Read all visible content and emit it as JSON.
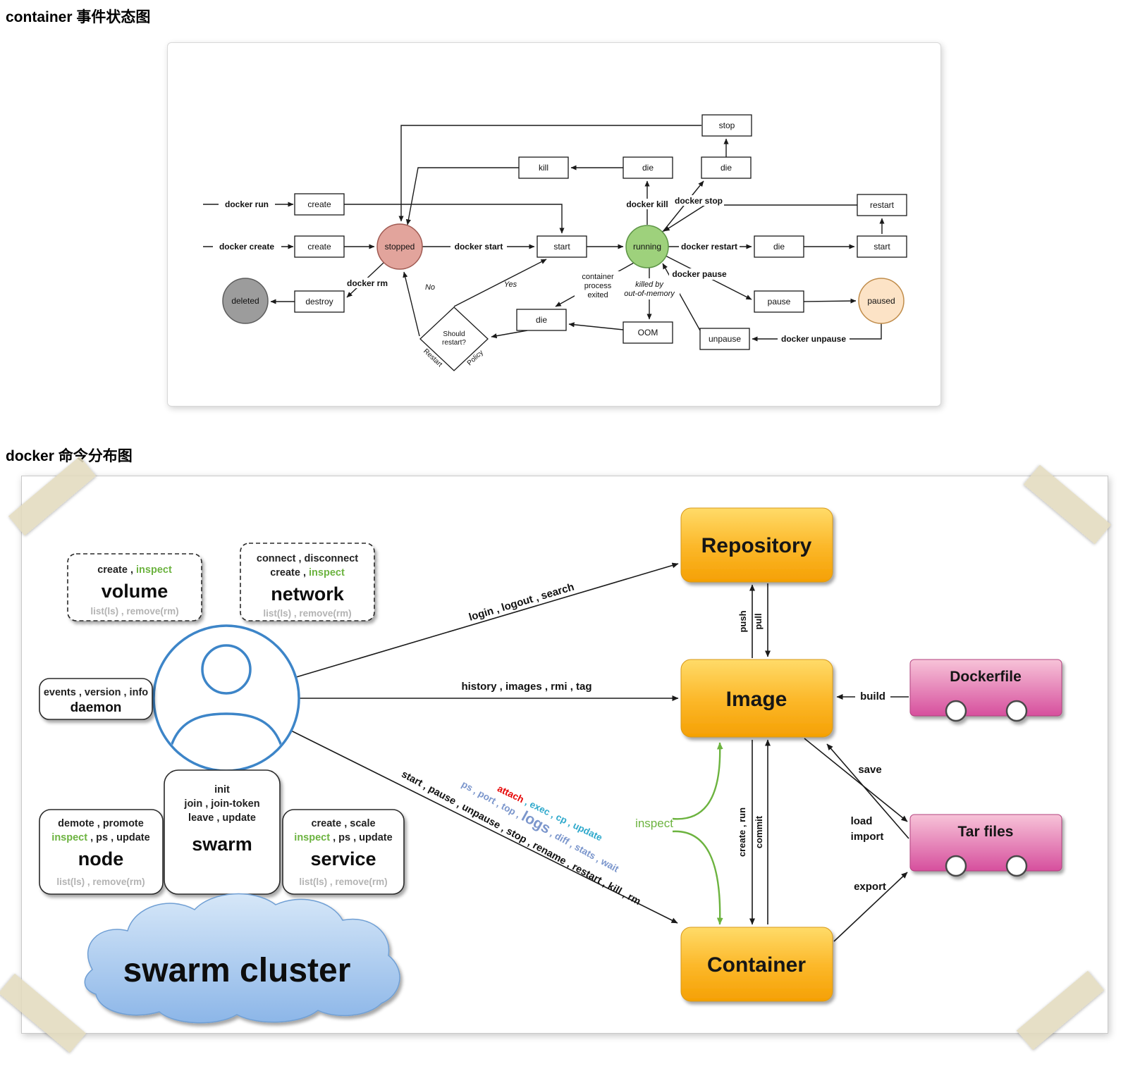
{
  "page": {
    "section1_title": "container 事件状态图",
    "section2_title": "docker 命令分布图"
  },
  "state_diagram": {
    "states": {
      "stopped": "stopped",
      "running": "running",
      "deleted": "deleted",
      "paused": "paused"
    },
    "events": {
      "create": "create",
      "start": "start",
      "die": "die",
      "kill": "kill",
      "stop": "stop",
      "restart": "restart",
      "destroy": "destroy",
      "pause": "pause",
      "unpause": "unpause",
      "oom": "OOM"
    },
    "edge_labels": {
      "docker_run": "docker run",
      "docker_create": "docker create",
      "docker_start": "docker start",
      "docker_kill": "docker kill",
      "docker_stop": "docker stop",
      "docker_restart": "docker restart",
      "docker_pause": "docker pause",
      "docker_unpause": "docker unpause",
      "docker_rm": "docker rm",
      "no": "No",
      "yes": "Yes",
      "restart_word": "Restart",
      "policy_word": "Policy",
      "should": "Should",
      "restart_q": "restart?",
      "exited_1": "container",
      "exited_2": "process",
      "exited_3": "exited",
      "oom_1": "killed by",
      "oom_2": "out-of-memory"
    }
  },
  "command_map": {
    "entities": {
      "repository": "Repository",
      "image": "Image",
      "container": "Container",
      "dockerfile": "Dockerfile",
      "tar_files": "Tar files"
    },
    "volume": {
      "l1a": "create , ",
      "l1b": "inspect",
      "title": "volume",
      "l3": "list(ls) , remove(rm)"
    },
    "network": {
      "l1": "connect , disconnect",
      "l2a": "create , ",
      "l2b": "inspect",
      "title": "network",
      "l4": "list(ls) , remove(rm)"
    },
    "daemon": {
      "l1": "events , version , info",
      "title": "daemon"
    },
    "node": {
      "l1": "demote , promote",
      "l2a": "inspect",
      "l2b": " , ps , update",
      "title": "node",
      "l4": "list(ls) , remove(rm)"
    },
    "swarm": {
      "l1": "init",
      "l2": "join , join-token",
      "l3": "leave , update",
      "title": "swarm"
    },
    "service": {
      "l1": "create , scale",
      "l2a": "inspect",
      "l2b": " , ps , update",
      "title": "service",
      "l4": "list(ls) , remove(rm)"
    },
    "cloud_label": "swarm cluster",
    "edges": {
      "repository": "login , logout , search",
      "image": "history , images , rmi , tag",
      "container_mgmt": "start , pause , unpause , stop , rename , restart , kill , rm",
      "container_attach": "attach",
      "container_exec": " , exec , cp , update",
      "container_info_a": "ps , port , top , ",
      "container_info_logs": "logs",
      "container_info_b": " , diff , stats , wait",
      "push": "push",
      "pull": "pull",
      "create_run": "create , run",
      "commit": "commit",
      "build": "build",
      "save": "save",
      "load": "load",
      "import": "import",
      "export": "export",
      "inspect": "inspect"
    }
  },
  "colors": {
    "green_inspect": "#6cb33f",
    "red_attach": "#e60000",
    "teal_exec": "#2fa9cc",
    "blue_info": "#7b96cc",
    "gray_list": "#b3b3b3",
    "state_stopped": "#e2a49c",
    "state_running": "#9ed17c",
    "state_deleted": "#9c9c9c",
    "state_paused": "#fce3c6",
    "user_blue": "#3d85c8"
  }
}
